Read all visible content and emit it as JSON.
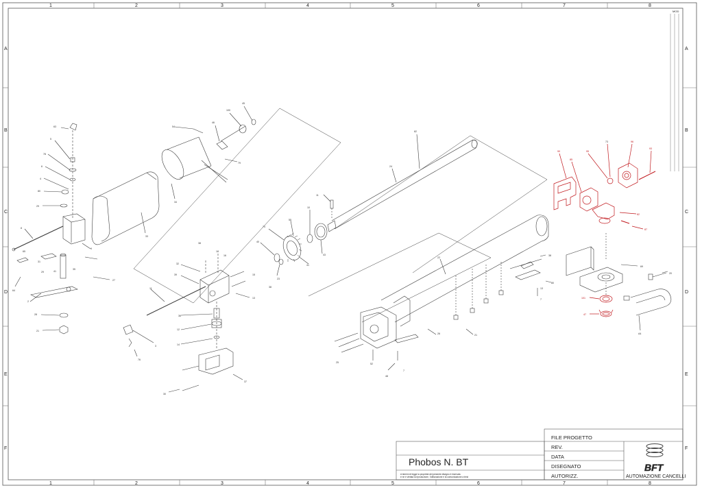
{
  "sheet": {
    "column_labels": [
      "1",
      "2",
      "3",
      "4",
      "5",
      "6",
      "7",
      "8"
    ],
    "row_labels": [
      "A",
      "B",
      "C",
      "D",
      "E",
      "F"
    ],
    "corner_note": "MOD"
  },
  "title_block": {
    "title": "Phobos N. BT",
    "notice_line1": "A termini di legge la proprietà del presente disegno è riservata",
    "notice_line2": "e ne è vietata la riproduzione, l'utilizzazione e la comunicazione a terzi",
    "fields": [
      "FILE PROGETTO",
      "REV.",
      "DATA",
      "DISEGNATO",
      "AUTORIZZ."
    ],
    "company": "AUTOMAZIONE CANCELLI",
    "logo_text": "BFT"
  },
  "part_refs": {
    "left_group": [
      "63",
      "5",
      "78",
      "6",
      "4",
      "80",
      "29",
      "8",
      "9",
      "65",
      "31",
      "29",
      "64",
      "2",
      "28",
      "21",
      "27",
      "35",
      "41"
    ],
    "motor_group": [
      "45",
      "100",
      "46",
      "54",
      "79",
      "34",
      "33"
    ],
    "center_group": [
      "11",
      "38",
      "39",
      "32",
      "12",
      "13",
      "14",
      "36",
      "15",
      "16",
      "18",
      "37",
      "30",
      "76",
      "3"
    ],
    "gear_group": [
      "11",
      "10",
      "74",
      "55",
      "43",
      "41",
      "23",
      "40",
      "38"
    ],
    "tube_group": [
      "82",
      "24",
      "22",
      "38",
      "26",
      "52",
      "25",
      "48",
      "7",
      "21",
      "13",
      "80",
      "7"
    ],
    "red_group": [
      "90",
      "85",
      "95",
      "73",
      "96",
      "93",
      "82",
      "87",
      "101",
      "47"
    ],
    "bracket_group": [
      "69",
      "20",
      "A4"
    ]
  },
  "colors": {
    "line": "#3a3a3a",
    "highlight": "#c0161b",
    "paper": "#ffffff"
  }
}
